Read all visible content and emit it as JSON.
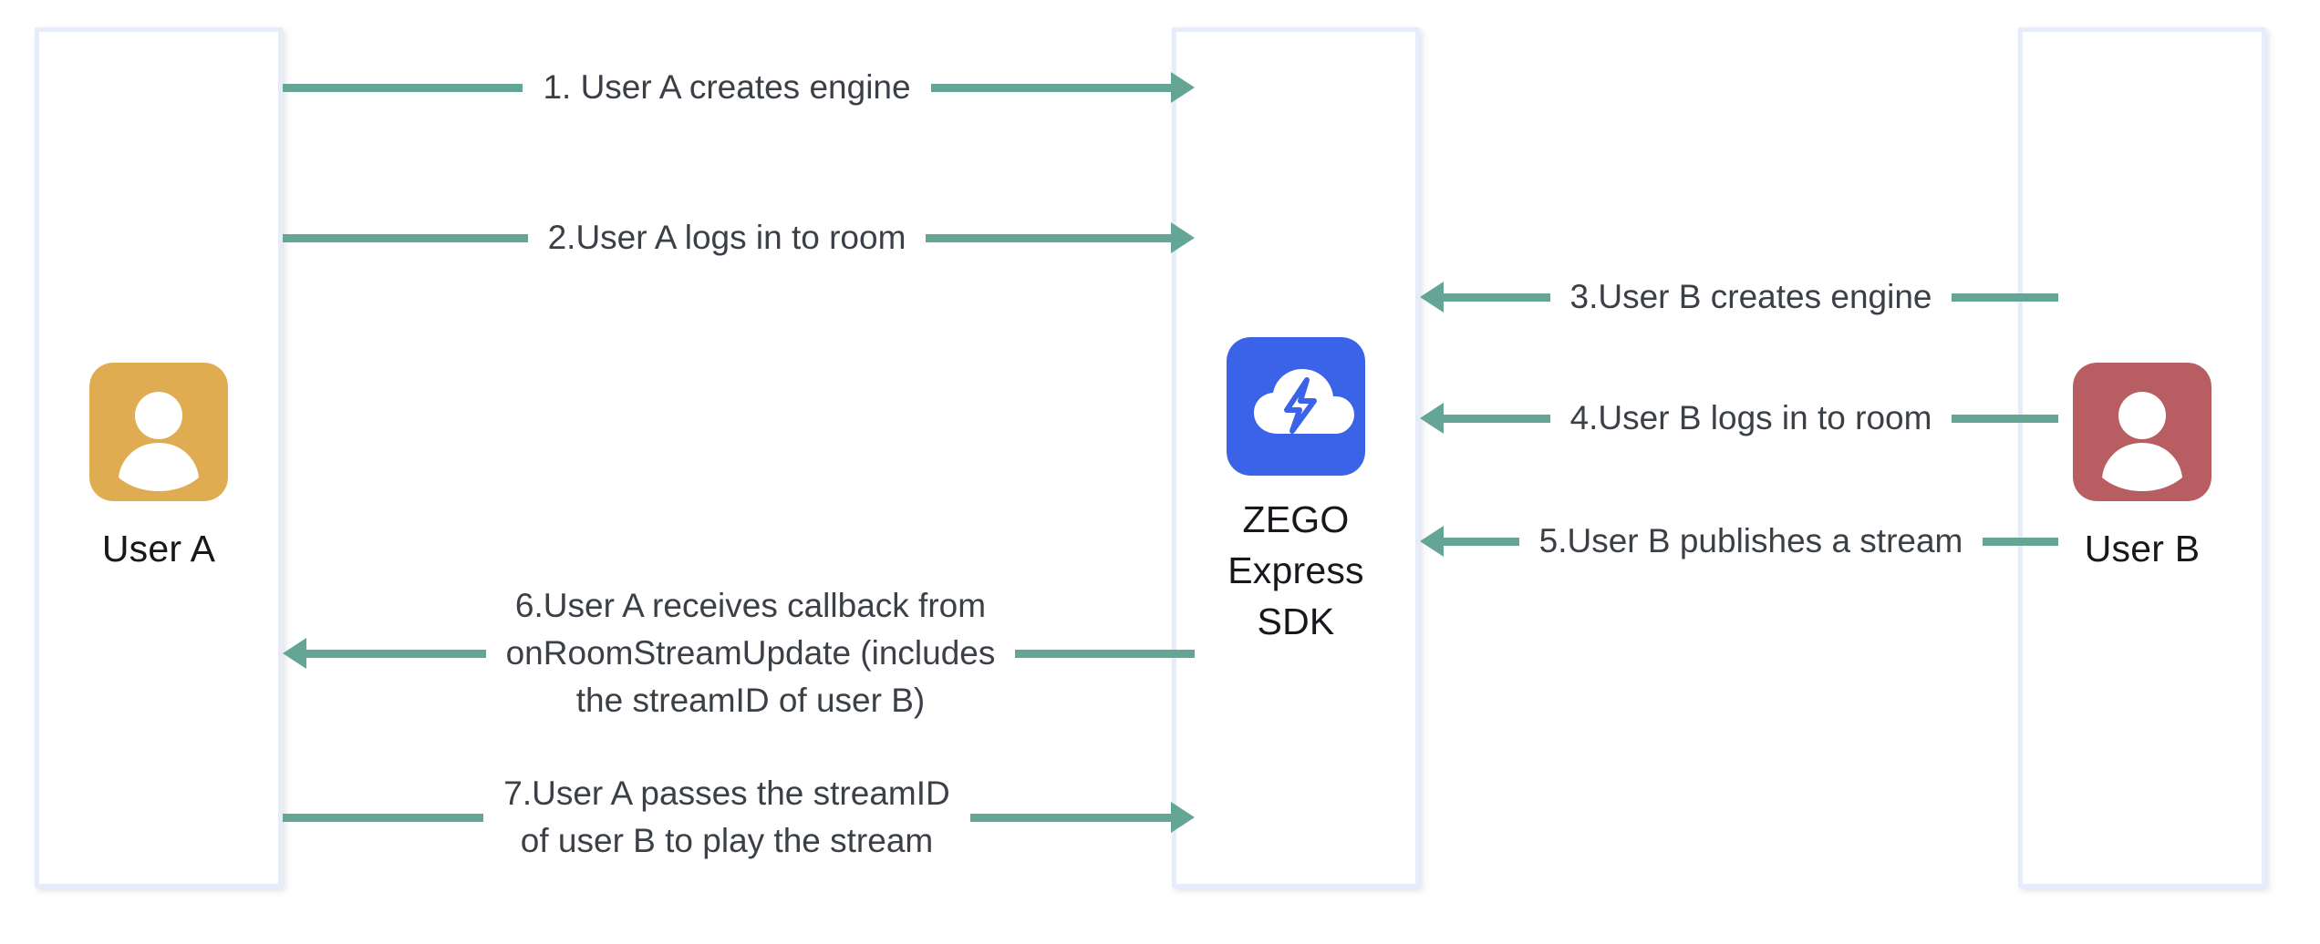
{
  "diagram": {
    "title": "ZEGO Express SDK stream publish and play sequence",
    "colors": {
      "arrow": "#64a596",
      "lifeline_border": "#e6ecf9",
      "user_a_avatar": "#e0ac52",
      "user_b_avatar": "#b85d62",
      "sdk_logo": "#3b63e8",
      "text": "#3b3f46"
    }
  },
  "actors": [
    {
      "id": "user-a",
      "label": "User A",
      "icon": "user-avatar-icon",
      "color": "#e0ac52"
    },
    {
      "id": "zego-express-sdk",
      "label": "ZEGO\nExpress\nSDK",
      "icon": "zego-cloud-bolt-logo",
      "color": "#3b63e8"
    },
    {
      "id": "user-b",
      "label": "User B",
      "icon": "user-avatar-icon",
      "color": "#b85d62"
    }
  ],
  "messages": [
    {
      "step": 1,
      "label": "1. User A creates engine",
      "from": "user-a",
      "to": "zego-express-sdk",
      "direction": "right"
    },
    {
      "step": 2,
      "label": "2.User A logs in to room",
      "from": "user-a",
      "to": "zego-express-sdk",
      "direction": "right"
    },
    {
      "step": 3,
      "label": "3.User B creates engine",
      "from": "user-b",
      "to": "zego-express-sdk",
      "direction": "left"
    },
    {
      "step": 4,
      "label": "4.User B logs in to room",
      "from": "user-b",
      "to": "zego-express-sdk",
      "direction": "left"
    },
    {
      "step": 5,
      "label": "5.User B publishes a stream",
      "from": "user-b",
      "to": "zego-express-sdk",
      "direction": "left"
    },
    {
      "step": 6,
      "label": "6.User A receives callback from\nonRoomStreamUpdate (includes\nthe streamID of user B)",
      "from": "zego-express-sdk",
      "to": "user-a",
      "direction": "left"
    },
    {
      "step": 7,
      "label": "7.User A passes the streamID\nof user B to play the stream",
      "from": "user-a",
      "to": "zego-express-sdk",
      "direction": "right"
    }
  ]
}
